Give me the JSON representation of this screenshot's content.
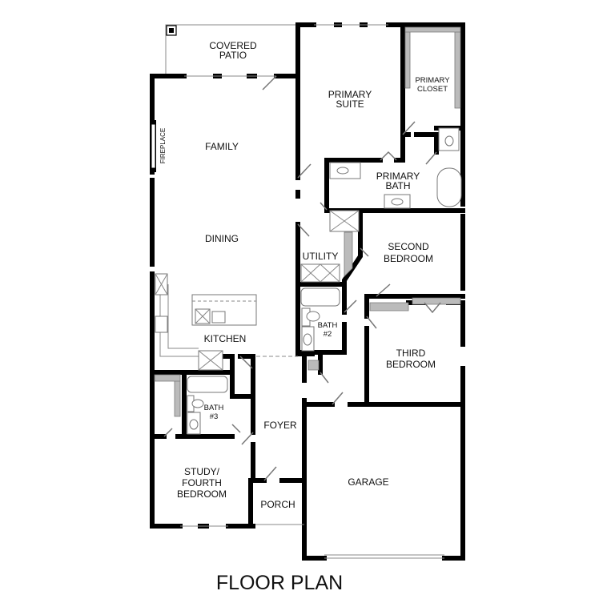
{
  "title": "FLOOR PLAN",
  "rooms": {
    "covered_patio": [
      "COVERED",
      "PATIO"
    ],
    "primary_suite": [
      "PRIMARY",
      "SUITE"
    ],
    "primary_closet": [
      "PRIMARY",
      "CLOSET"
    ],
    "family": "FAMILY",
    "fireplace": "FIREPLACE",
    "primary_bath": [
      "PRIMARY",
      "BATH"
    ],
    "dining": "DINING",
    "utility": "UTILITY",
    "second_bedroom": [
      "SECOND",
      "BEDROOM"
    ],
    "bath2": [
      "BATH",
      "#2"
    ],
    "kitchen": "KITCHEN",
    "third_bedroom": [
      "THIRD",
      "BEDROOM"
    ],
    "bath3": [
      "BATH",
      "#3"
    ],
    "foyer": "FOYER",
    "study": [
      "STUDY/",
      "FOURTH",
      "BEDROOM"
    ],
    "garage": "GARAGE",
    "porch": "PORCH"
  }
}
